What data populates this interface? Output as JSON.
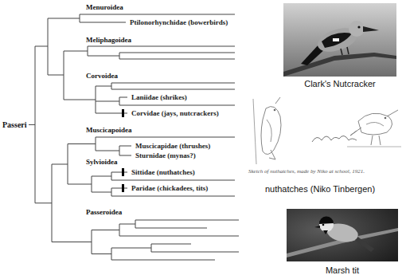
{
  "diagram": {
    "labels": [
      "Menuroidea",
      "Ptilonorhynchidae (bowerbirds)",
      "Meliphagoidea",
      "Corvoidea",
      "Laniidae (shrikes)",
      "Corvidae (jays, nutcrackers)",
      "Passeri",
      "Muscicapoidea",
      "Muscicapidae (thrushes)",
      "Sturnidae (mynas?)",
      "Sylvioidea",
      "Sittidae (nuthatches)",
      "Paridae (chickadees, tits)",
      "Passeroidea",
      "Clark's Nutcracker",
      "Sketch of nuthatches, made by Niko at school, 1921.",
      "nuthatches (Niko Tinbergen)",
      "Marsh tit"
    ]
  }
}
